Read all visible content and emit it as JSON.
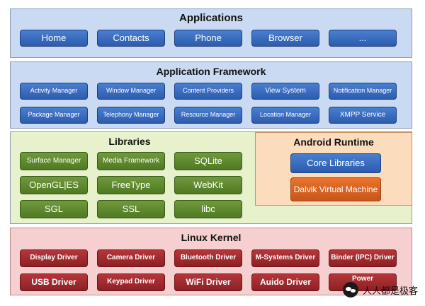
{
  "applications": {
    "title": "Applications",
    "items": [
      "Home",
      "Contacts",
      "Phone",
      "Browser",
      "..."
    ]
  },
  "framework": {
    "title": "Application Framework",
    "row1": [
      "Activity Manager",
      "Window Manager",
      "Content Providers",
      "View System",
      "Notification Manager"
    ],
    "row2": [
      "Package Manager",
      "Telephony Manager",
      "Resource Manager",
      "Location Manager",
      "XMPP Service"
    ]
  },
  "libraries": {
    "title": "Libraries",
    "row1": [
      "Surface Manager",
      "Media Framework",
      "SQLite"
    ],
    "row2": [
      "OpenGL|ES",
      "FreeType",
      "WebKit"
    ],
    "row3": [
      "SGL",
      "SSL",
      "libc"
    ]
  },
  "runtime": {
    "title": "Android Runtime",
    "core": "Core Libraries",
    "dalvik": "Dalvik Virtual Machine"
  },
  "kernel": {
    "title": "Linux Kernel",
    "row1": [
      "Display Driver",
      "Camera Driver",
      "Bluetooth Driver",
      "M-Systems Driver",
      "Binder (IPC) Driver"
    ],
    "row2": [
      "USB Driver",
      "Keypad Driver",
      "WiFi Driver",
      "Auido Driver",
      "Power"
    ]
  },
  "watermark": "人人都是极客",
  "colors": {
    "applications_bg": "#c9d9f2",
    "framework_bg": "#c9d9f2",
    "libraries_bg": "#e6f2c8",
    "runtime_bg": "#fbd9b8",
    "kernel_bg": "#f6cfcf"
  }
}
